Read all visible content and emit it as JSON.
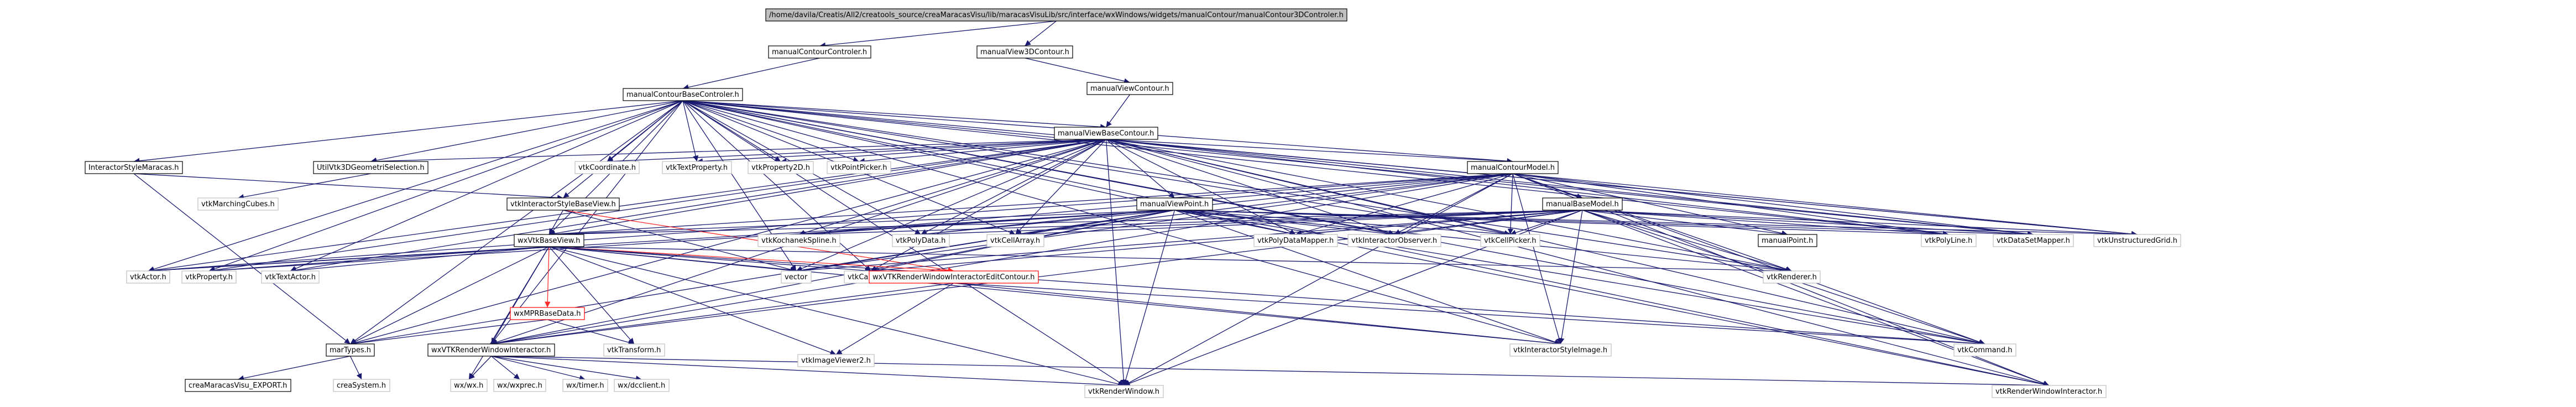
{
  "title": "",
  "colors": {
    "edge": "#191970",
    "include_edge_red": "#ff2a2a",
    "root_fill": "#bfbfbf",
    "node_fill": "#ffffff",
    "node_stroke": "#000000",
    "external_stroke": "#bfbfbf",
    "red_stroke": "#ff0000"
  },
  "nodes": [
    {
      "id": "root",
      "label": "/home/davila/Creatis/All2/creatools_source/creaMaracasVisu/lib/maracasVisuLib/src/interface/wxWindows/widgets/manualContour/manualContour3DControler.h",
      "style": "root"
    },
    {
      "id": "mcc",
      "label": "manualContourControler.h",
      "style": "normal"
    },
    {
      "id": "mv3d",
      "label": "manualView3DContour.h",
      "style": "normal"
    },
    {
      "id": "mvc",
      "label": "manualViewContour.h",
      "style": "normal"
    },
    {
      "id": "mcbc",
      "label": "manualContourBaseControler.h",
      "style": "normal"
    },
    {
      "id": "mvbc",
      "label": "manualViewBaseContour.h",
      "style": "normal"
    },
    {
      "id": "ism",
      "label": "InteractorStyleMaracas.h",
      "style": "normal"
    },
    {
      "id": "util",
      "label": "UtilVtk3DGeometriSelection.h",
      "style": "normal"
    },
    {
      "id": "vcoord",
      "label": "vtkCoordinate.h",
      "style": "external"
    },
    {
      "id": "vtp",
      "label": "vtkTextProperty.h",
      "style": "external"
    },
    {
      "id": "vp2d",
      "label": "vtkProperty2D.h",
      "style": "external"
    },
    {
      "id": "vpp",
      "label": "vtkPointPicker.h",
      "style": "external"
    },
    {
      "id": "mcm",
      "label": "manualContourModel.h",
      "style": "normal"
    },
    {
      "id": "vmc",
      "label": "vtkMarchingCubes.h",
      "style": "external"
    },
    {
      "id": "visbv",
      "label": "vtkInteractorStyleBaseView.h",
      "style": "normal"
    },
    {
      "id": "mvp",
      "label": "manualViewPoint.h",
      "style": "normal"
    },
    {
      "id": "mbm",
      "label": "manualBaseModel.h",
      "style": "normal"
    },
    {
      "id": "wxvbv",
      "label": "wxVtkBaseView.h",
      "style": "normal"
    },
    {
      "id": "vks",
      "label": "vtkKochanekSpline.h",
      "style": "external"
    },
    {
      "id": "vpd",
      "label": "vtkPolyData.h",
      "style": "external"
    },
    {
      "id": "vca",
      "label": "vtkCellArray.h",
      "style": "external"
    },
    {
      "id": "vpdm",
      "label": "vtkPolyDataMapper.h",
      "style": "external"
    },
    {
      "id": "vio",
      "label": "vtkInteractorObserver.h",
      "style": "external"
    },
    {
      "id": "vcp",
      "label": "vtkCellPicker.h",
      "style": "external"
    },
    {
      "id": "mp",
      "label": "manualPoint.h",
      "style": "normal"
    },
    {
      "id": "vpl",
      "label": "vtkPolyLine.h",
      "style": "external"
    },
    {
      "id": "vdsm",
      "label": "vtkDataSetMapper.h",
      "style": "external"
    },
    {
      "id": "vug",
      "label": "vtkUnstructuredGrid.h",
      "style": "external"
    },
    {
      "id": "vact",
      "label": "vtkActor.h",
      "style": "external"
    },
    {
      "id": "vprop",
      "label": "vtkProperty.h",
      "style": "external"
    },
    {
      "id": "vta",
      "label": "vtkTextActor.h",
      "style": "external"
    },
    {
      "id": "vec",
      "label": "vector",
      "style": "external"
    },
    {
      "id": "vcam",
      "label": "vtkCamera.h",
      "style": "external"
    },
    {
      "id": "wxvrwiec",
      "label": "wxVTKRenderWindowInteractorEditContour.h",
      "style": "red"
    },
    {
      "id": "vren",
      "label": "vtkRenderer.h",
      "style": "external"
    },
    {
      "id": "wxmpr",
      "label": "wxMPRBaseData.h",
      "style": "red"
    },
    {
      "id": "martypes",
      "label": "marTypes.h",
      "style": "normal"
    },
    {
      "id": "wxvrwi",
      "label": "wxVTKRenderWindowInteractor.h",
      "style": "normal"
    },
    {
      "id": "vtrans",
      "label": "vtkTransform.h",
      "style": "external"
    },
    {
      "id": "viv2",
      "label": "vtkImageViewer2.h",
      "style": "external"
    },
    {
      "id": "visi",
      "label": "vtkInteractorStyleImage.h",
      "style": "external"
    },
    {
      "id": "vcmd",
      "label": "vtkCommand.h",
      "style": "external"
    },
    {
      "id": "cmexp",
      "label": "creaMaracasVisu_EXPORT.h",
      "style": "normal"
    },
    {
      "id": "csys",
      "label": "creaSystem.h",
      "style": "external"
    },
    {
      "id": "wxwx",
      "label": "wx/wx.h",
      "style": "external"
    },
    {
      "id": "wxprec",
      "label": "wx/wxprec.h",
      "style": "external"
    },
    {
      "id": "wxtimer",
      "label": "wx/timer.h",
      "style": "external"
    },
    {
      "id": "wxdc",
      "label": "wx/dcclient.h",
      "style": "external"
    },
    {
      "id": "vrw",
      "label": "vtkRenderWindow.h",
      "style": "external"
    },
    {
      "id": "vrwi",
      "label": "vtkRenderWindowInteractor.h",
      "style": "external"
    }
  ],
  "edges": [
    [
      "root",
      "mcc"
    ],
    [
      "root",
      "mv3d"
    ],
    [
      "mcc",
      "mcbc"
    ],
    [
      "mv3d",
      "mvc"
    ],
    [
      "mvc",
      "mvbc"
    ],
    [
      "mcbc",
      "mvbc"
    ],
    [
      "mcbc",
      "ism"
    ],
    [
      "mcbc",
      "util"
    ],
    [
      "mcbc",
      "vcoord"
    ],
    [
      "mcbc",
      "vtp"
    ],
    [
      "mcbc",
      "vp2d"
    ],
    [
      "mcbc",
      "vpp"
    ],
    [
      "mcbc",
      "mcm"
    ],
    [
      "mcbc",
      "visbv"
    ],
    [
      "mcbc",
      "wxvbv"
    ],
    [
      "mcbc",
      "vpd"
    ],
    [
      "mcbc",
      "vca"
    ],
    [
      "mcbc",
      "vpdm"
    ],
    [
      "mcbc",
      "vio"
    ],
    [
      "mcbc",
      "vcp"
    ],
    [
      "mcbc",
      "vpl"
    ],
    [
      "mcbc",
      "vdsm"
    ],
    [
      "mcbc",
      "vug"
    ],
    [
      "mcbc",
      "vact"
    ],
    [
      "mcbc",
      "vprop"
    ],
    [
      "mcbc",
      "vta"
    ],
    [
      "mcbc",
      "vec"
    ],
    [
      "mcbc",
      "vcam"
    ],
    [
      "mcbc",
      "vren"
    ],
    [
      "mcbc",
      "martypes"
    ],
    [
      "mcbc",
      "wxvrwi"
    ],
    [
      "mcbc",
      "visi"
    ],
    [
      "mcbc",
      "vcmd"
    ],
    [
      "mcbc",
      "vrw"
    ],
    [
      "mcbc",
      "vrwi"
    ],
    [
      "mvbc",
      "mcm"
    ],
    [
      "mvbc",
      "util"
    ],
    [
      "mvbc",
      "vcoord"
    ],
    [
      "mvbc",
      "vtp"
    ],
    [
      "mvbc",
      "vp2d"
    ],
    [
      "mvbc",
      "vpp"
    ],
    [
      "mvbc",
      "mvp"
    ],
    [
      "mvbc",
      "wxvbv"
    ],
    [
      "mvbc",
      "vks"
    ],
    [
      "mvbc",
      "vpd"
    ],
    [
      "mvbc",
      "vca"
    ],
    [
      "mvbc",
      "vpdm"
    ],
    [
      "mvbc",
      "vio"
    ],
    [
      "mvbc",
      "vcp"
    ],
    [
      "mvbc",
      "vpl"
    ],
    [
      "mvbc",
      "vdsm"
    ],
    [
      "mvbc",
      "vug"
    ],
    [
      "mvbc",
      "vact"
    ],
    [
      "mvbc",
      "vprop"
    ],
    [
      "mvbc",
      "vta"
    ],
    [
      "mvbc",
      "vec"
    ],
    [
      "mvbc",
      "vcam"
    ],
    [
      "mvbc",
      "vren"
    ],
    [
      "mvbc",
      "martypes"
    ],
    [
      "mvbc",
      "wxvrwi"
    ],
    [
      "mvbc",
      "vcmd"
    ],
    [
      "mvbc",
      "vrw"
    ],
    [
      "mvbc",
      "vrwi"
    ],
    [
      "ism",
      "visbv"
    ],
    [
      "ism",
      "martypes"
    ],
    [
      "util",
      "vmc"
    ],
    [
      "mcm",
      "mbm"
    ],
    [
      "mcm",
      "mp"
    ],
    [
      "mcm",
      "wxvbv"
    ],
    [
      "mcm",
      "vks"
    ],
    [
      "mcm",
      "vpd"
    ],
    [
      "mcm",
      "vca"
    ],
    [
      "mcm",
      "vpdm"
    ],
    [
      "mcm",
      "vio"
    ],
    [
      "mcm",
      "vcp"
    ],
    [
      "mcm",
      "vpl"
    ],
    [
      "mcm",
      "vdsm"
    ],
    [
      "mcm",
      "vug"
    ],
    [
      "mcm",
      "vact"
    ],
    [
      "mcm",
      "vec"
    ],
    [
      "mcm",
      "vren"
    ],
    [
      "mcm",
      "wxvrwi"
    ],
    [
      "mcm",
      "visi"
    ],
    [
      "mcm",
      "vcmd"
    ],
    [
      "mcm",
      "vrw"
    ],
    [
      "mcm",
      "vrwi"
    ],
    [
      "visbv",
      "wxvbv"
    ],
    [
      "visbv",
      "wxvrwiec"
    ],
    [
      "visbv",
      "vec"
    ],
    [
      "mvp",
      "wxvbv"
    ],
    [
      "mvp",
      "vks"
    ],
    [
      "mvp",
      "vpd"
    ],
    [
      "mvp",
      "vca"
    ],
    [
      "mvp",
      "vpdm"
    ],
    [
      "mvp",
      "vio"
    ],
    [
      "mvp",
      "vcp"
    ],
    [
      "mvp",
      "vpl"
    ],
    [
      "mvp",
      "vdsm"
    ],
    [
      "mvp",
      "vug"
    ],
    [
      "mvp",
      "vact"
    ],
    [
      "mvp",
      "vprop"
    ],
    [
      "mvp",
      "vec"
    ],
    [
      "mvp",
      "vcam"
    ],
    [
      "mvp",
      "vren"
    ],
    [
      "mvp",
      "martypes"
    ],
    [
      "mvp",
      "wxvrwi"
    ],
    [
      "mvp",
      "visi"
    ],
    [
      "mvp",
      "vcmd"
    ],
    [
      "mvp",
      "vrw"
    ],
    [
      "mvp",
      "vrwi"
    ],
    [
      "mbm",
      "wxvbv"
    ],
    [
      "mbm",
      "vks"
    ],
    [
      "mbm",
      "vpd"
    ],
    [
      "mbm",
      "vca"
    ],
    [
      "mbm",
      "vpdm"
    ],
    [
      "mbm",
      "vio"
    ],
    [
      "mbm",
      "vcp"
    ],
    [
      "mbm",
      "mp"
    ],
    [
      "mbm",
      "vpl"
    ],
    [
      "mbm",
      "vdsm"
    ],
    [
      "mbm",
      "vug"
    ],
    [
      "mbm",
      "vec"
    ],
    [
      "mbm",
      "vcam"
    ],
    [
      "mbm",
      "vren"
    ],
    [
      "mbm",
      "wxvrwi"
    ],
    [
      "mbm",
      "visi"
    ],
    [
      "mbm",
      "vcmd"
    ],
    [
      "mbm",
      "vrw"
    ],
    [
      "mbm",
      "vrwi"
    ],
    [
      "wxvbv",
      "vact"
    ],
    [
      "wxvbv",
      "vprop"
    ],
    [
      "wxvbv",
      "vta"
    ],
    [
      "wxvbv",
      "vec"
    ],
    [
      "wxvbv",
      "vcam"
    ],
    [
      "wxvbv",
      "wxvrwiec"
    ],
    [
      "wxvbv",
      "vren"
    ],
    [
      "wxvbv",
      "wxmpr"
    ],
    [
      "wxvbv",
      "martypes"
    ],
    [
      "wxvbv",
      "wxvrwi"
    ],
    [
      "wxvbv",
      "vtrans"
    ],
    [
      "wxvbv",
      "viv2"
    ],
    [
      "wxvbv",
      "visi"
    ],
    [
      "wxvbv",
      "vcmd"
    ],
    [
      "wxvbv",
      "wxwx"
    ],
    [
      "wxvbv",
      "vrw"
    ],
    [
      "wxvrwiec",
      "wxvrwi"
    ],
    [
      "wxvrwiec",
      "viv2"
    ],
    [
      "wxvrwiec",
      "visi"
    ],
    [
      "wxvrwiec",
      "vcmd"
    ],
    [
      "wxmpr",
      "martypes"
    ],
    [
      "wxmpr",
      "vtrans"
    ],
    [
      "martypes",
      "cmexp"
    ],
    [
      "martypes",
      "csys"
    ],
    [
      "wxvrwi",
      "wxwx"
    ],
    [
      "wxvrwi",
      "wxprec"
    ],
    [
      "wxvrwi",
      "wxtimer"
    ],
    [
      "wxvrwi",
      "wxdc"
    ],
    [
      "wxvrwi",
      "vrw"
    ],
    [
      "wxvrwi",
      "vrwi"
    ]
  ]
}
